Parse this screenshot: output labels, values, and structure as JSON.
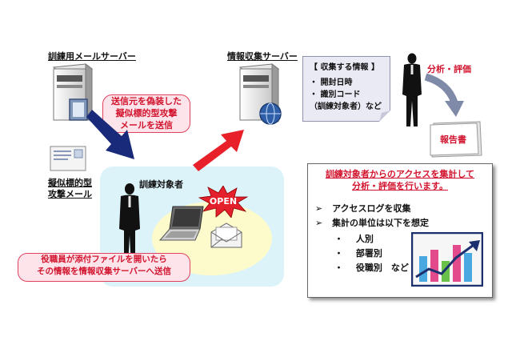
{
  "training_mail_server": {
    "label": "訓練用メールサーバー"
  },
  "spoof_bubble": {
    "lines": [
      "送信元を偽装した",
      "擬似標的型攻撃",
      "メールを送信"
    ]
  },
  "mock_mail": {
    "label_lines": [
      "擬似標的型",
      "攻撃メール"
    ]
  },
  "target_area": {
    "label": "訓練対象者",
    "open_badge": "OPEN"
  },
  "report_bubble": {
    "lines": [
      "役職員が添付ファイルを開いたら",
      "その情報を情報収集サーバーへ送信"
    ]
  },
  "collection_server": {
    "label": "情報収集サーバー"
  },
  "info_note": {
    "title": "【 収集する情報 】",
    "items": [
      "・  開封日時",
      "・  識別コード",
      "（訓練対象者）など"
    ]
  },
  "analysis": {
    "label": "分析・評価"
  },
  "report_doc": {
    "label": "報告書"
  },
  "summary_panel": {
    "heading_lines": [
      "訓練対象者からのアクセスを集計して",
      "分析・評価を行います。"
    ],
    "bullets": [
      {
        "marker": "➢",
        "text": "アクセスログを収集"
      },
      {
        "marker": "➢",
        "text": "集計の単位は以下を想定"
      }
    ],
    "sub_bullets": [
      {
        "marker": "・",
        "text": "人別"
      },
      {
        "marker": "・",
        "text": "部署別"
      },
      {
        "marker": "・",
        "text": "役職別　など"
      }
    ]
  },
  "colors": {
    "accent_red": "#d2142e",
    "arrow_navy": "#1a2a7a",
    "bubble_fill": "#fde4ea",
    "zone_fill": "#dcf3fa",
    "note_fill": "#eaeaf4"
  }
}
